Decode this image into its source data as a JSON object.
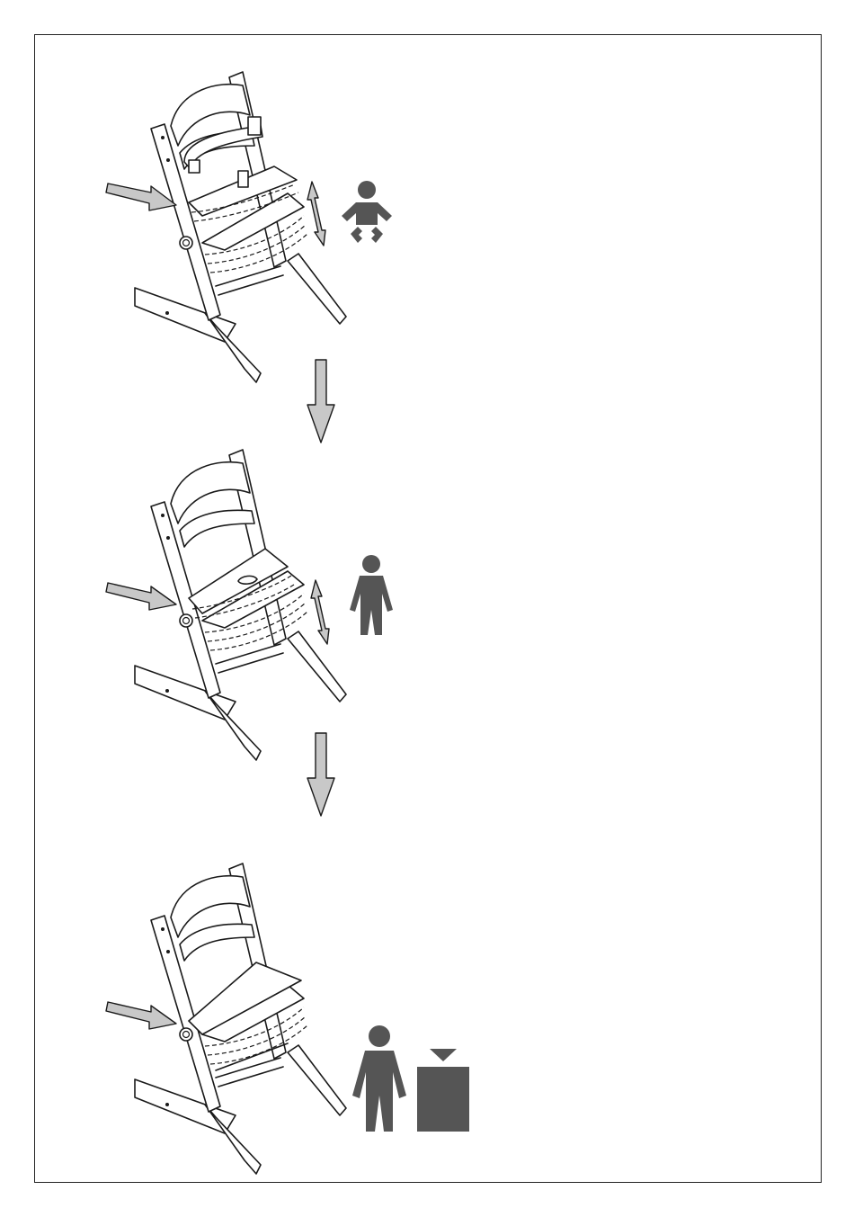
{
  "colors": {
    "line": "#1a1a1a",
    "arrow_fill": "#c8c8c8",
    "pictogram": "#555555",
    "background": "#ffffff"
  },
  "steps": [
    {
      "id": "step-1",
      "seat_config": "baby-guard-attached",
      "icon": "baby-icon",
      "adjustable": true
    },
    {
      "id": "step-2",
      "seat_config": "child-seat",
      "icon": "child-icon",
      "adjustable": true
    },
    {
      "id": "step-3",
      "seat_config": "adult-seat",
      "icons": [
        "adult-icon",
        "weight-block-icon"
      ],
      "adjustable": false
    }
  ]
}
